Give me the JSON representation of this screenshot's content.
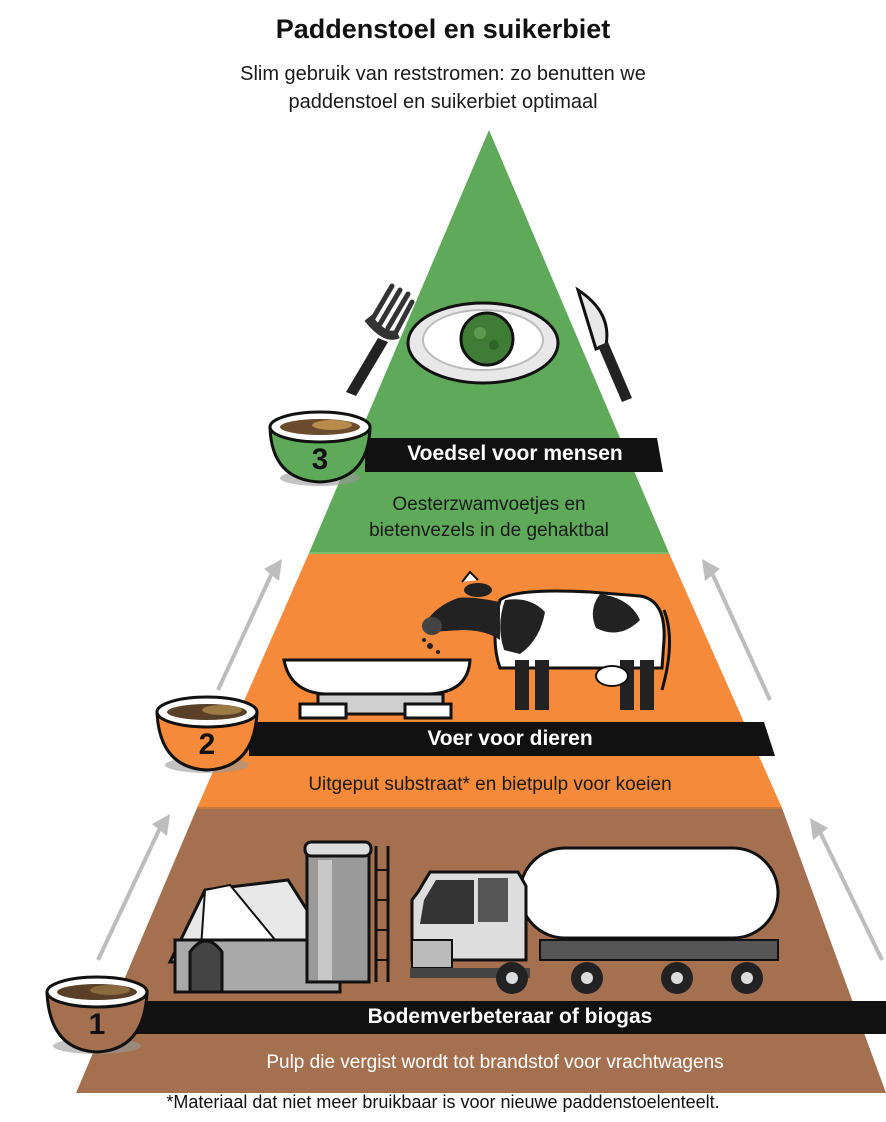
{
  "title": "Paddenstoel en suikerbiet",
  "subtitle": "Slim gebruik van reststromen: zo benutten we paddenstoel en suikerbiet optimaal",
  "tiers": [
    {
      "number": "1",
      "heading": "Bodemverbeteraar of biogas",
      "description": "Pulp die vergist wordt tot brandstof voor vrachtwagens",
      "color": "#a47050",
      "icons": [
        "barn-icon",
        "silo-icon",
        "tanker-truck-icon"
      ]
    },
    {
      "number": "2",
      "heading": "Voer voor dieren",
      "description": "Uitgeput substraat* en bietpulp voor koeien",
      "color": "#f58a3a",
      "icons": [
        "feed-trough-icon",
        "cow-icon"
      ]
    },
    {
      "number": "3",
      "heading": "Voedsel voor mensen",
      "description_lines": [
        "Oesterzwamvoetjes en",
        "bietenvezels in de gehaktbal"
      ],
      "color": "#5fa95a",
      "icons": [
        "fork-icon",
        "plate-icon",
        "knife-icon"
      ]
    }
  ],
  "footnote": "*Materiaal dat niet meer bruikbaar is voor nieuwe paddenstoelenteelt.",
  "colors": {
    "banner": "#111111",
    "arrow": "#bdbdbd",
    "bowl_rim": "#222222"
  }
}
